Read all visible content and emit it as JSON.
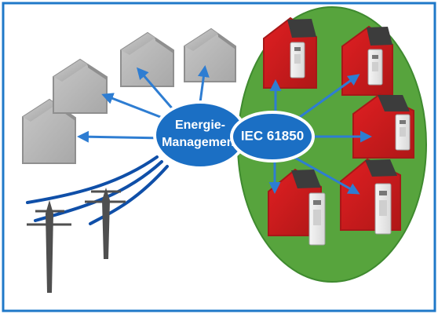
{
  "energy_management": {
    "line1": "Energie-",
    "line2": "Management"
  },
  "iec_standard": {
    "label": "IEC 61850"
  },
  "colors": {
    "frame": "#1f78c8",
    "ellipse_blue": "#1b6fc4",
    "ellipse_stroke": "#ffffff",
    "green_zone": "#57a43d",
    "green_zone_dark": "#3f8a2f",
    "red_house": "#d81e1e",
    "red_house_shadow": "#a71818",
    "gray_house": "#b7b7b7",
    "gray_house_shadow": "#8f8f8f",
    "connector": "#2e7dd2",
    "power_line": "#0f4fa8",
    "tower": "#4f4f4f"
  },
  "icons": {
    "house": "house-icon",
    "plant_house": "plant-house-icon",
    "meter": "meter-device-icon",
    "tower": "power-tower-icon"
  }
}
